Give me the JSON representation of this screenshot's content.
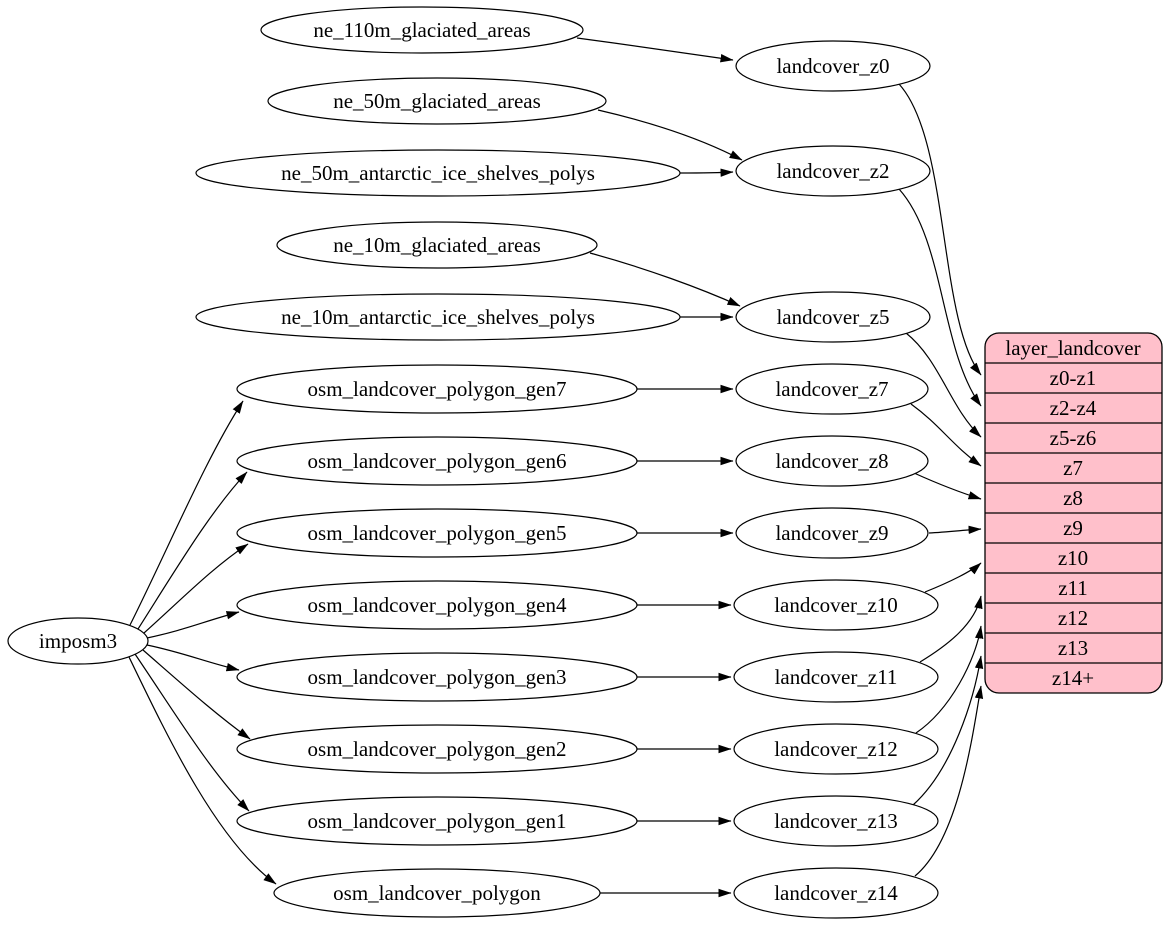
{
  "diagram": {
    "background": "#ffffff",
    "edge_color": "#000000",
    "node_fill": "#ffffff",
    "node_stroke": "#000000"
  },
  "nodes": {
    "imposm3": {
      "label": "imposm3"
    },
    "ne_110m_glaciated_areas": {
      "label": "ne_110m_glaciated_areas"
    },
    "ne_50m_glaciated_areas": {
      "label": "ne_50m_glaciated_areas"
    },
    "ne_50m_antarctic_ice_shelves_polys": {
      "label": "ne_50m_antarctic_ice_shelves_polys"
    },
    "ne_10m_glaciated_areas": {
      "label": "ne_10m_glaciated_areas"
    },
    "ne_10m_antarctic_ice_shelves_polys": {
      "label": "ne_10m_antarctic_ice_shelves_polys"
    },
    "osm_landcover_polygon_gen7": {
      "label": "osm_landcover_polygon_gen7"
    },
    "osm_landcover_polygon_gen6": {
      "label": "osm_landcover_polygon_gen6"
    },
    "osm_landcover_polygon_gen5": {
      "label": "osm_landcover_polygon_gen5"
    },
    "osm_landcover_polygon_gen4": {
      "label": "osm_landcover_polygon_gen4"
    },
    "osm_landcover_polygon_gen3": {
      "label": "osm_landcover_polygon_gen3"
    },
    "osm_landcover_polygon_gen2": {
      "label": "osm_landcover_polygon_gen2"
    },
    "osm_landcover_polygon_gen1": {
      "label": "osm_landcover_polygon_gen1"
    },
    "osm_landcover_polygon": {
      "label": "osm_landcover_polygon"
    },
    "landcover_z0": {
      "label": "landcover_z0"
    },
    "landcover_z2": {
      "label": "landcover_z2"
    },
    "landcover_z5": {
      "label": "landcover_z5"
    },
    "landcover_z7": {
      "label": "landcover_z7"
    },
    "landcover_z8": {
      "label": "landcover_z8"
    },
    "landcover_z9": {
      "label": "landcover_z9"
    },
    "landcover_z10": {
      "label": "landcover_z10"
    },
    "landcover_z11": {
      "label": "landcover_z11"
    },
    "landcover_z12": {
      "label": "landcover_z12"
    },
    "landcover_z13": {
      "label": "landcover_z13"
    },
    "landcover_z14": {
      "label": "landcover_z14"
    }
  },
  "table": {
    "title": "layer_landcover",
    "fill_color": "#ffc0cb",
    "rows": [
      "z0-z1",
      "z2-z4",
      "z5-z6",
      "z7",
      "z8",
      "z9",
      "z10",
      "z11",
      "z12",
      "z13",
      "z14+"
    ]
  },
  "edges": [
    {
      "from": "ne_110m_glaciated_areas",
      "to": "landcover_z0"
    },
    {
      "from": "ne_50m_glaciated_areas",
      "to": "landcover_z2"
    },
    {
      "from": "ne_50m_antarctic_ice_shelves_polys",
      "to": "landcover_z2"
    },
    {
      "from": "ne_10m_glaciated_areas",
      "to": "landcover_z5"
    },
    {
      "from": "ne_10m_antarctic_ice_shelves_polys",
      "to": "landcover_z5"
    },
    {
      "from": "imposm3",
      "to": "osm_landcover_polygon_gen7"
    },
    {
      "from": "imposm3",
      "to": "osm_landcover_polygon_gen6"
    },
    {
      "from": "imposm3",
      "to": "osm_landcover_polygon_gen5"
    },
    {
      "from": "imposm3",
      "to": "osm_landcover_polygon_gen4"
    },
    {
      "from": "imposm3",
      "to": "osm_landcover_polygon_gen3"
    },
    {
      "from": "imposm3",
      "to": "osm_landcover_polygon_gen2"
    },
    {
      "from": "imposm3",
      "to": "osm_landcover_polygon_gen1"
    },
    {
      "from": "imposm3",
      "to": "osm_landcover_polygon"
    },
    {
      "from": "osm_landcover_polygon_gen7",
      "to": "landcover_z7"
    },
    {
      "from": "osm_landcover_polygon_gen6",
      "to": "landcover_z8"
    },
    {
      "from": "osm_landcover_polygon_gen5",
      "to": "landcover_z9"
    },
    {
      "from": "osm_landcover_polygon_gen4",
      "to": "landcover_z10"
    },
    {
      "from": "osm_landcover_polygon_gen3",
      "to": "landcover_z11"
    },
    {
      "from": "osm_landcover_polygon_gen2",
      "to": "landcover_z12"
    },
    {
      "from": "osm_landcover_polygon_gen1",
      "to": "landcover_z13"
    },
    {
      "from": "osm_landcover_polygon",
      "to": "landcover_z14"
    },
    {
      "from": "landcover_z0",
      "to": "layer_landcover.z0-z1"
    },
    {
      "from": "landcover_z2",
      "to": "layer_landcover.z2-z4"
    },
    {
      "from": "landcover_z5",
      "to": "layer_landcover.z5-z6"
    },
    {
      "from": "landcover_z7",
      "to": "layer_landcover.z7"
    },
    {
      "from": "landcover_z8",
      "to": "layer_landcover.z8"
    },
    {
      "from": "landcover_z9",
      "to": "layer_landcover.z9"
    },
    {
      "from": "landcover_z10",
      "to": "layer_landcover.z10"
    },
    {
      "from": "landcover_z11",
      "to": "layer_landcover.z11"
    },
    {
      "from": "landcover_z12",
      "to": "layer_landcover.z12"
    },
    {
      "from": "landcover_z13",
      "to": "layer_landcover.z13"
    },
    {
      "from": "landcover_z14",
      "to": "layer_landcover.z14+"
    }
  ]
}
